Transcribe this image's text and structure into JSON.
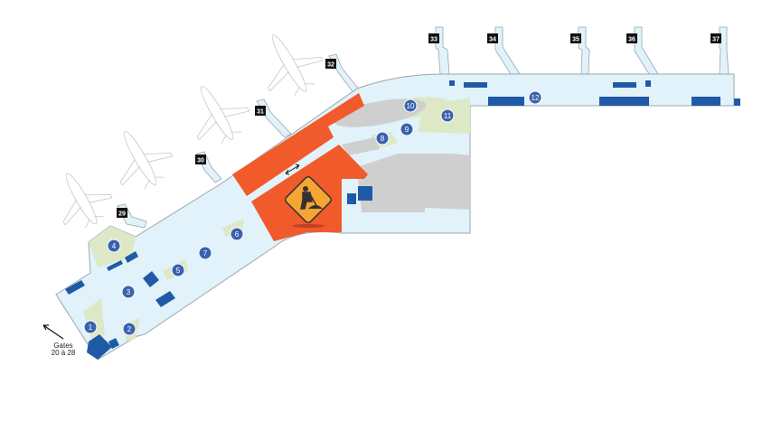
{
  "map": {
    "colors": {
      "floor": "#e1f2fb",
      "outline": "#9aa7ae",
      "construction": "#f15a2b",
      "restricted": "#cfcfd0",
      "green": "#dde9c6",
      "service": "#1f5aa6",
      "zone": "#3a62ae",
      "gate_label": "#111111"
    },
    "gates": [
      "29",
      "30",
      "31",
      "32",
      "33",
      "34",
      "35",
      "36",
      "37"
    ],
    "zones": [
      "1",
      "2",
      "3",
      "4",
      "5",
      "6",
      "7",
      "8",
      "9",
      "10",
      "11",
      "12"
    ],
    "other_gates": {
      "line1": "Gates",
      "line2": "20 à 28"
    },
    "icons": [
      "construction-sign-icon",
      "two-way-arrow-icon",
      "arrow-up-left-icon",
      "airplane-icon"
    ]
  }
}
